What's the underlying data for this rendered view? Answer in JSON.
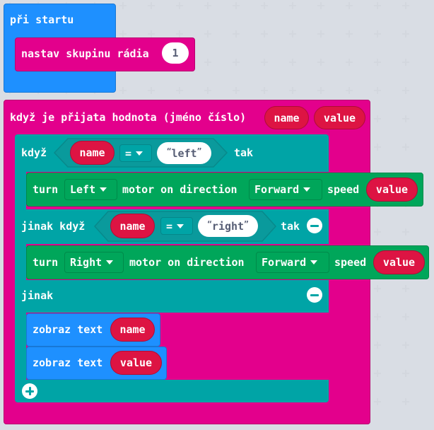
{
  "on_start": {
    "hat_label": "při startu",
    "radio_group_label": "nastav skupinu rádia",
    "radio_group_value": "1"
  },
  "on_received": {
    "hat_label": "když je přijata hodnota (jméno číslo)",
    "param_name": "name",
    "param_value": "value"
  },
  "if_block": {
    "if_label": "když",
    "then_label": "tak",
    "elseif_label": "jinak když",
    "else_label": "jinak",
    "var_name": "name",
    "operator": "=",
    "string_left": "left",
    "string_right": "right",
    "quote_open": "“",
    "quote_close": "”"
  },
  "motor_left": {
    "turn_label": "turn",
    "motor_option": "Left",
    "mid_label": "motor on direction",
    "direction_option": "Forward",
    "speed_label": "speed",
    "speed_var": "value"
  },
  "motor_right": {
    "turn_label": "turn",
    "motor_option": "Right",
    "mid_label": "motor on direction",
    "direction_option": "Forward",
    "speed_label": "speed",
    "speed_var": "value"
  },
  "show_text_1": {
    "label": "zobraz text",
    "var": "name"
  },
  "show_text_2": {
    "label": "zobraz text",
    "var": "value"
  },
  "colors": {
    "basic_blue": "#1e90ff",
    "radio_magenta": "#e3008c",
    "logic_teal": "#00a4a6",
    "motor_green": "#00a65a",
    "var_red": "#dd1443",
    "background": "#eef0f4"
  },
  "icons": [
    "minus-circle-icon",
    "plus-circle-icon",
    "caret-down-icon"
  ]
}
